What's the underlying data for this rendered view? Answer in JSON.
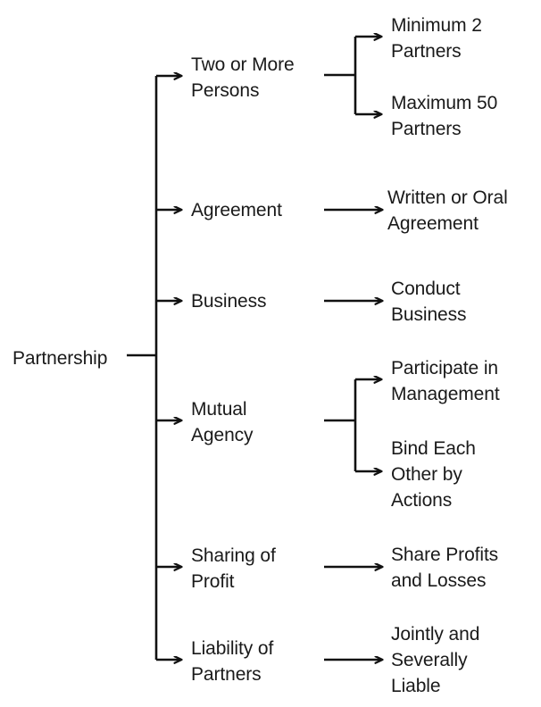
{
  "diagram": {
    "title": "Partnership characteristics tree diagram",
    "type": "tree-diagram",
    "orientation": "left-to-right",
    "line_color": "#111111",
    "text_color": "#1a1a1a",
    "background_color": "#ffffff",
    "root": {
      "label": "Partnership"
    },
    "branches": [
      {
        "label": "Two or More\nPersons",
        "children": [
          {
            "label": "Minimum 2\nPartners"
          },
          {
            "label": "Maximum 50\nPartners"
          }
        ]
      },
      {
        "label": "Agreement",
        "children": [
          {
            "label": "Written or Oral\nAgreement"
          }
        ]
      },
      {
        "label": "Business",
        "children": [
          {
            "label": "Conduct\nBusiness"
          }
        ]
      },
      {
        "label": "Mutual\nAgency",
        "children": [
          {
            "label": "Participate in\nManagement"
          },
          {
            "label": "Bind Each\nOther by\nActions"
          }
        ]
      },
      {
        "label": "Sharing of\nProfit",
        "children": [
          {
            "label": "Share Profits\nand Losses"
          }
        ]
      },
      {
        "label": "Liability of\nPartners",
        "children": [
          {
            "label": "Jointly and\nSeverally\nLiable"
          }
        ]
      }
    ]
  }
}
